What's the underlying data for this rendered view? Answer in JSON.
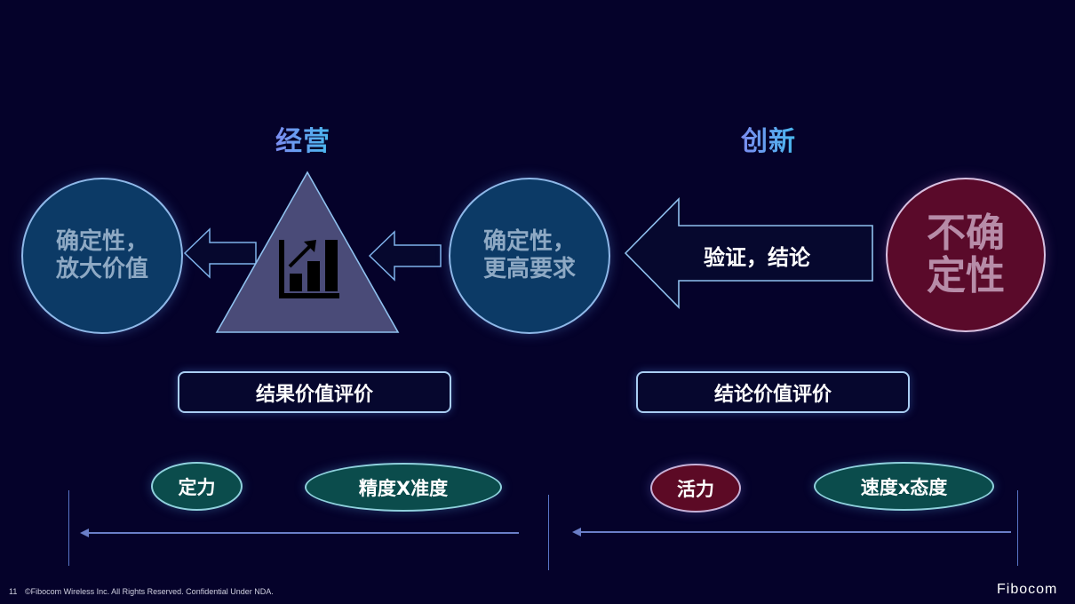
{
  "sections": {
    "left_title": "经营",
    "right_title": "创新"
  },
  "nodes": {
    "circle_left": "确定性，\n放大价值",
    "circle_left_line1": "确定性，",
    "circle_left_line2": "放大价值",
    "triangle_icon": "bar-chart-growth-icon",
    "circle_middle_line1": "确定性，",
    "circle_middle_line2": "更高要求",
    "big_arrow_label": "验证，结论",
    "circle_right_line1": "不确",
    "circle_right_line2": "定性"
  },
  "evaluation": {
    "left": "结果价值评价",
    "right": "结论价值评价"
  },
  "attributes": {
    "left": [
      {
        "label": "定力",
        "style": "teal"
      },
      {
        "label": "精度X准度",
        "style": "teal"
      }
    ],
    "right": [
      {
        "label": "活力",
        "style": "red"
      },
      {
        "label": "速度x态度",
        "style": "teal"
      }
    ]
  },
  "footer": {
    "page_number": "11",
    "copyright": "©Fibocom Wireless Inc. All Rights Reserved. Confidential Under NDA.",
    "logo": "Fibocom"
  },
  "colors": {
    "background": "#05022a",
    "blue_circle": "#0c3a66",
    "red_circle": "#5a0a2a",
    "teal_ellipse": "#0b4c4c",
    "title_gradient_start": "#7b8cf0",
    "title_gradient_end": "#49b9ef"
  }
}
